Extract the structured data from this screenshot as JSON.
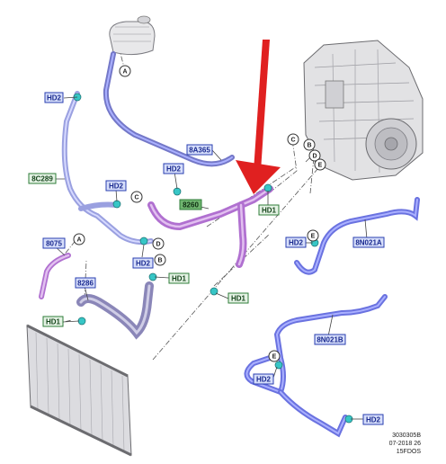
{
  "labels": {
    "hd2_top_left": "HD2",
    "hd2_mid": "HD2",
    "hd2_left_clip": "HD2",
    "hd2_below_d": "HD2",
    "hd2_right_pipe": "HD2",
    "hd2_lower_pipe_left": "HD2",
    "hd2_lower_pipe_bottom": "HD2",
    "hd1_top": "HD1",
    "hd1_mid": "HD1",
    "hd1_center": "HD1",
    "hd1_left": "HD1",
    "part_8a365": "8A365",
    "part_8c289": "8C289",
    "part_8260": "8260",
    "part_8075": "8075",
    "part_8286": "8286",
    "part_8n021a": "8N021A",
    "part_8n021b": "8N021B"
  },
  "callouts": {
    "a_top": "A",
    "a_mid": "A",
    "b_engine": "B",
    "b_mid": "B",
    "c_engine": "C",
    "c_mid": "C",
    "d_engine": "D",
    "d_mid": "D",
    "e_engine": "E",
    "e_right": "E",
    "e_lower": "E"
  },
  "footer": {
    "code": "3030305B",
    "date": "07-2018 26",
    "ref": "15FDOS"
  },
  "colors": {
    "arrow": "#e02020",
    "hose_blue": "#6a72e0",
    "hose_purple": "#b070d0",
    "clip": "#37c6c6"
  }
}
